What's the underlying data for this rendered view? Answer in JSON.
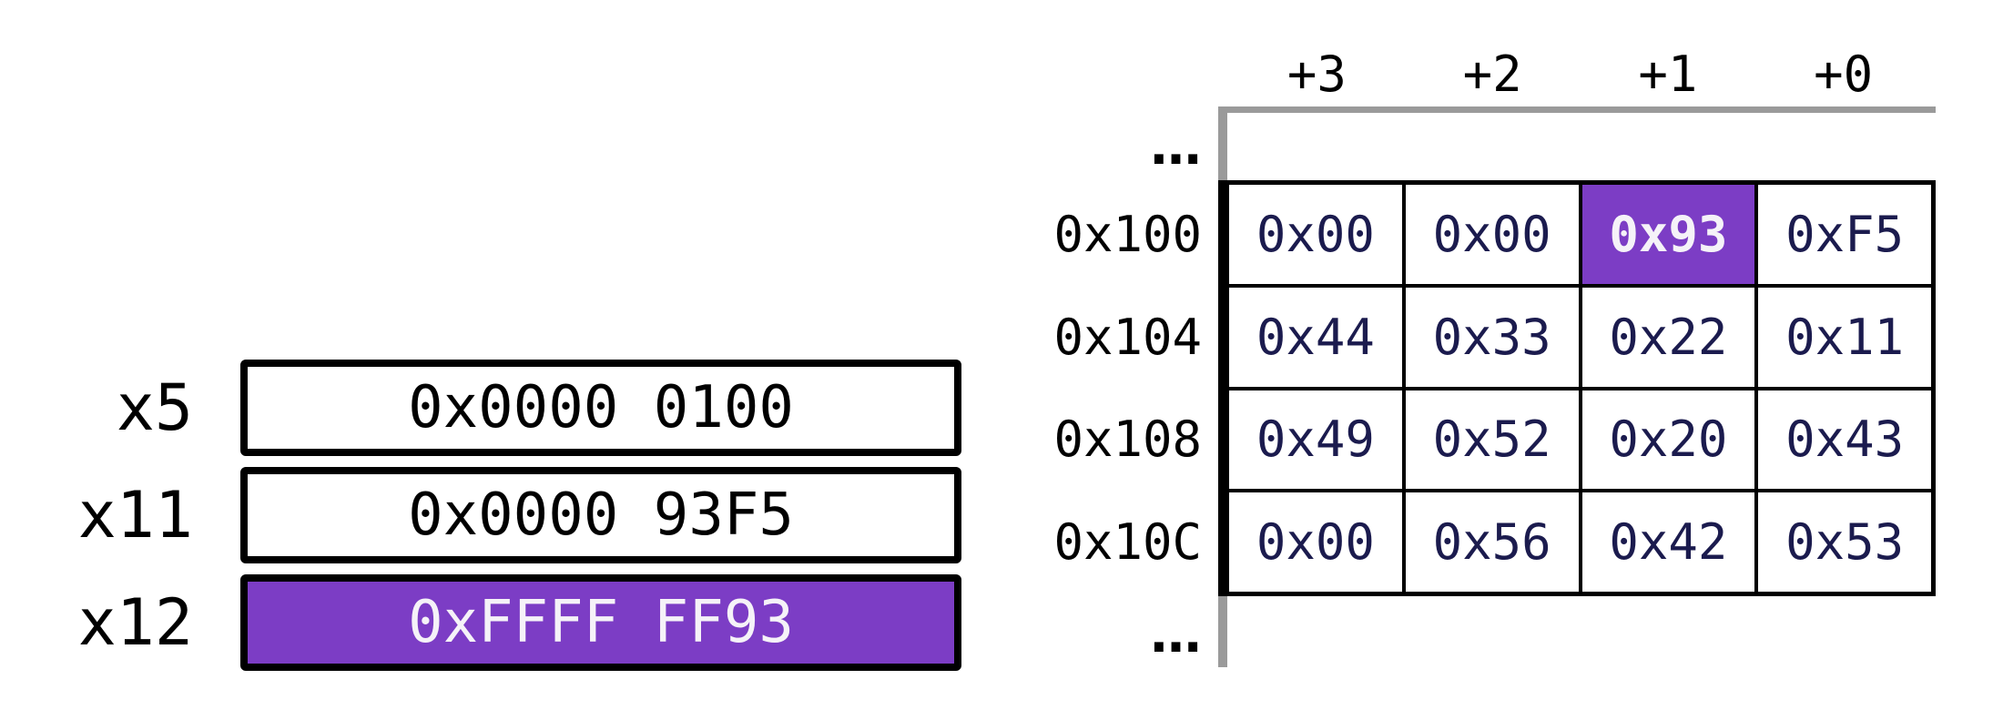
{
  "registers": [
    {
      "name": "x5",
      "value": "0x0000 0100",
      "highlighted": false
    },
    {
      "name": "x11",
      "value": "0x0000 93F5",
      "highlighted": false
    },
    {
      "name": "x12",
      "value": "0xFFFF FF93",
      "highlighted": true
    }
  ],
  "memory": {
    "column_headers": [
      "+3",
      "+2",
      "+1",
      "+0"
    ],
    "ellipsis_top": "…",
    "ellipsis_bottom": "…",
    "rows": [
      {
        "address": "0x100",
        "bytes": [
          "0x00",
          "0x00",
          "0x93",
          "0xF5"
        ],
        "highlight_index": 2
      },
      {
        "address": "0x104",
        "bytes": [
          "0x44",
          "0x33",
          "0x22",
          "0x11"
        ],
        "highlight_index": -1
      },
      {
        "address": "0x108",
        "bytes": [
          "0x49",
          "0x52",
          "0x20",
          "0x43"
        ],
        "highlight_index": -1
      },
      {
        "address": "0x10C",
        "bytes": [
          "0x00",
          "0x56",
          "0x42",
          "0x53"
        ],
        "highlight_index": -1
      }
    ]
  },
  "colors": {
    "highlight_purple": "#7c3dc5",
    "highlight_text": "#f5f2f8",
    "cell_navy": "#1b1b4e",
    "line_gray": "#9a9a9a",
    "border_black": "#000000"
  }
}
